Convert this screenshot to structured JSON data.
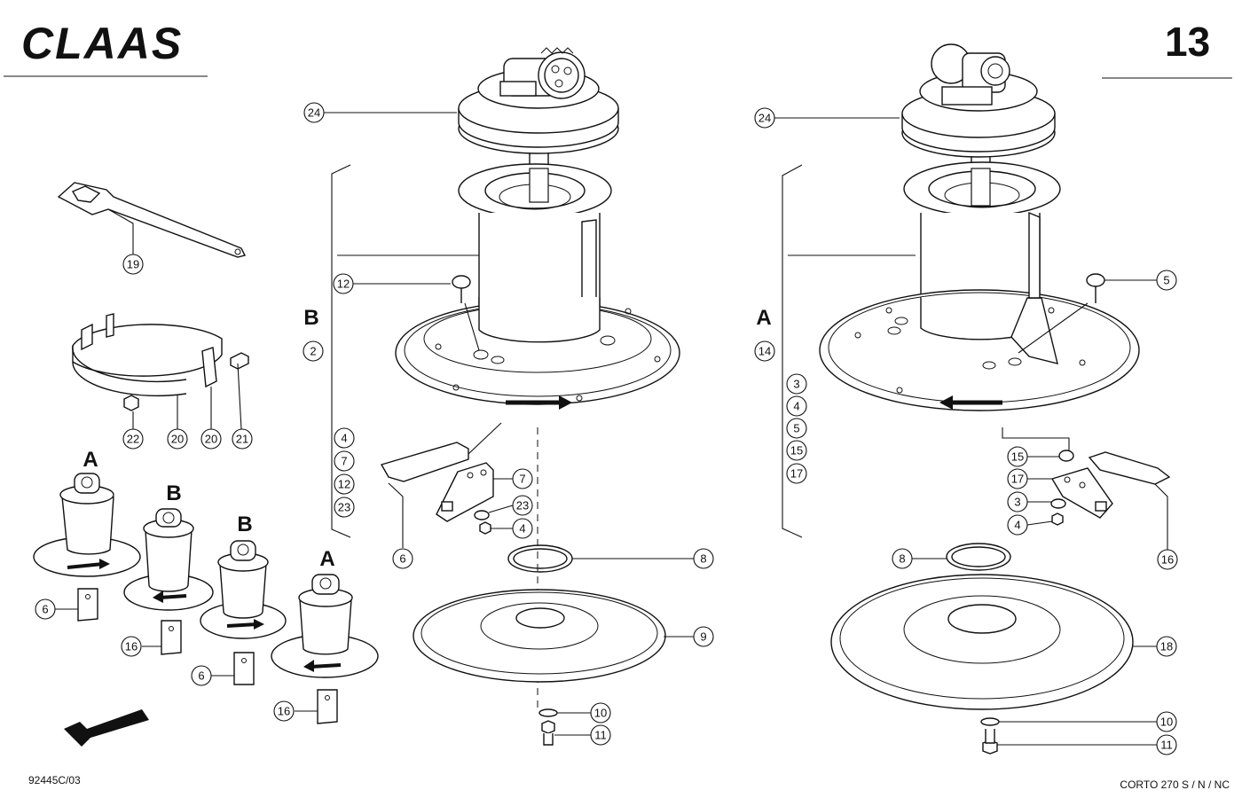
{
  "header": {
    "logo_text": "CLAAS",
    "page_number": "13"
  },
  "footer": {
    "drawing_code": "92445C/03",
    "model": "CORTO 270 S / N / NC"
  },
  "groups": {
    "left_B": {
      "letter": "B",
      "callouts": [
        "2",
        "4",
        "7",
        "12",
        "23"
      ]
    },
    "right_A": {
      "letter": "A",
      "callouts": [
        "14",
        "3",
        "4",
        "5",
        "15",
        "17"
      ]
    }
  },
  "drums": {
    "labels": [
      "A",
      "B",
      "B",
      "A"
    ]
  },
  "callouts": {
    "l24": "24",
    "l12": "12",
    "l6": "6",
    "l7": "7",
    "l23": "23",
    "l4": "4",
    "l8": "8",
    "l9": "9",
    "l10": "10",
    "l11": "11",
    "r24": "24",
    "r5": "5",
    "r15": "15",
    "r17": "17",
    "r3": "3",
    "r4": "4",
    "r16": "16",
    "r8": "8",
    "r18": "18",
    "r10": "10",
    "r11": "11",
    "t19": "19",
    "t22": "22",
    "t20a": "20",
    "t20b": "20",
    "t21": "21",
    "d6a": "6",
    "d16a": "16",
    "d6b": "6",
    "d16b": "16"
  }
}
